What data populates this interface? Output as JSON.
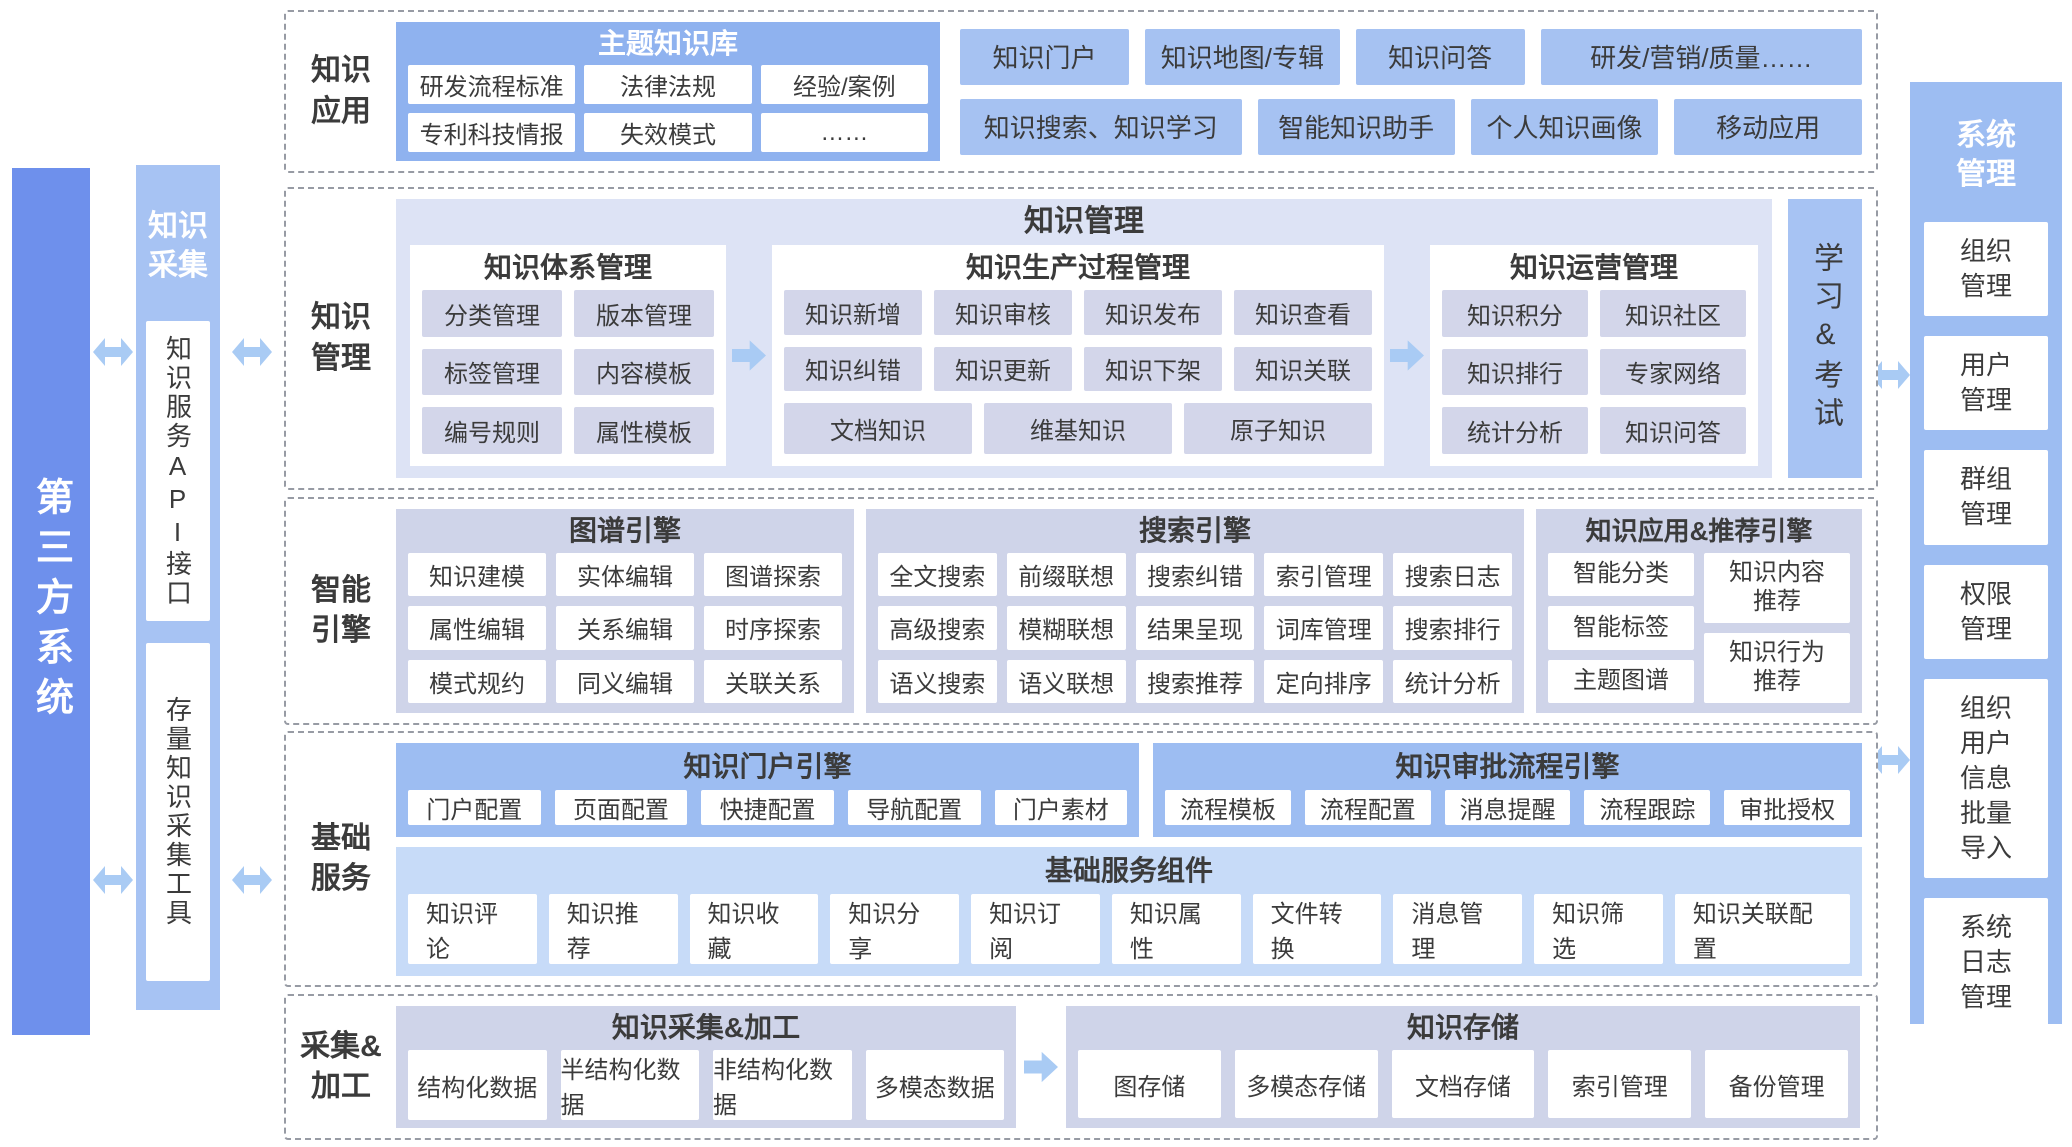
{
  "left_rail": {
    "third_party_label": "第三方系统",
    "collection": {
      "title": "知识\n采集",
      "items": [
        "知识服务API接口",
        "存量知识采集工具"
      ]
    }
  },
  "bands": {
    "app": {
      "label": "知识\n应用",
      "topic_kb": {
        "title": "主题知识库",
        "items": [
          "研发流程标准",
          "法律法规",
          "经验/案例",
          "专利科技情报",
          "失效模式",
          "……"
        ]
      },
      "row1": [
        "知识门户",
        "知识地图/专辑",
        "知识问答",
        "研发/营销/质量……"
      ],
      "row2": [
        "知识搜索、知识学习",
        "智能知识助手",
        "个人知识画像",
        "移动应用"
      ]
    },
    "mgmt": {
      "label": "知识\n管理",
      "title": "知识管理",
      "side_label": "学习&考试",
      "groups": [
        {
          "title": "知识体系管理",
          "items": [
            "分类管理",
            "版本管理",
            "标签管理",
            "内容模板",
            "编号规则",
            "属性模板"
          ]
        },
        {
          "title": "知识生产过程管理",
          "items": [
            "知识新增",
            "知识审核",
            "知识发布",
            "知识查看",
            "知识纠错",
            "知识更新",
            "知识下架",
            "知识关联"
          ],
          "wide_items": [
            "文档知识",
            "维基知识",
            "原子知识"
          ]
        },
        {
          "title": "知识运营管理",
          "items": [
            "知识积分",
            "知识社区",
            "知识排行",
            "专家网络",
            "统计分析",
            "知识问答"
          ]
        }
      ]
    },
    "engine": {
      "label": "智能\n引擎",
      "graph": {
        "title": "图谱引擎",
        "items": [
          "知识建模",
          "实体编辑",
          "图谱探索",
          "属性编辑",
          "关系编辑",
          "时序探索",
          "模式规约",
          "同义编辑",
          "关联关系"
        ]
      },
      "search": {
        "title": "搜索引擎",
        "items": [
          "全文搜索",
          "前缀联想",
          "搜索纠错",
          "索引管理",
          "搜索日志",
          "高级搜索",
          "模糊联想",
          "结果呈现",
          "词库管理",
          "搜索排行",
          "语义搜索",
          "语义联想",
          "搜索推荐",
          "定向排序",
          "统计分析"
        ]
      },
      "recommend": {
        "title": "知识应用&推荐引擎",
        "left_items": [
          "智能分类",
          "智能标签",
          "主题图谱"
        ],
        "right_items": [
          "知识内容\n推荐",
          "知识行为\n推荐"
        ]
      }
    },
    "base": {
      "label": "基础\n服务",
      "portal": {
        "title": "知识门户引擎",
        "items": [
          "门户配置",
          "页面配置",
          "快捷配置",
          "导航配置",
          "门户素材"
        ]
      },
      "approval": {
        "title": "知识审批流程引擎",
        "items": [
          "流程模板",
          "流程配置",
          "消息提醒",
          "流程跟踪",
          "审批授权"
        ]
      },
      "components": {
        "title": "基础服务组件",
        "items": [
          "知识评论",
          "知识推荐",
          "知识收藏",
          "知识分享",
          "知识订阅",
          "知识属性",
          "文件转换",
          "消息管理",
          "知识筛选",
          "知识关联配置"
        ]
      }
    },
    "collect": {
      "label": "采集&\n加工",
      "processing": {
        "title": "知识采集&加工",
        "items": [
          "结构化数据",
          "半结构化数据",
          "非结构化数据",
          "多模态数据"
        ]
      },
      "storage": {
        "title": "知识存储",
        "items": [
          "图存储",
          "多模态存储",
          "文档存储",
          "索引管理",
          "备份管理"
        ]
      }
    }
  },
  "right_rail": {
    "title": "系统\n管理",
    "items": [
      "组织\n管理",
      "用户\n管理",
      "群组\n管理",
      "权限\n管理",
      "组织\n用户\n信息\n批量\n导入",
      "系统\n日志\n管理"
    ]
  },
  "colors": {
    "third_party_blue": "#6E90EC",
    "rail_light_blue": "#A7C3F3",
    "engine_blue": "#9DBDF2",
    "topic_blue": "#8FB2EF",
    "app_button_blue": "#A6C2F2",
    "panel_blue": "#DDE3F5",
    "pale_blue": "#C7DBF8",
    "lavender_container": "#CFD4E9",
    "lavender_cell": "#D3D6EA",
    "arrow_blue": "#A9CBF4",
    "text_dark": "#3B3B3B"
  }
}
